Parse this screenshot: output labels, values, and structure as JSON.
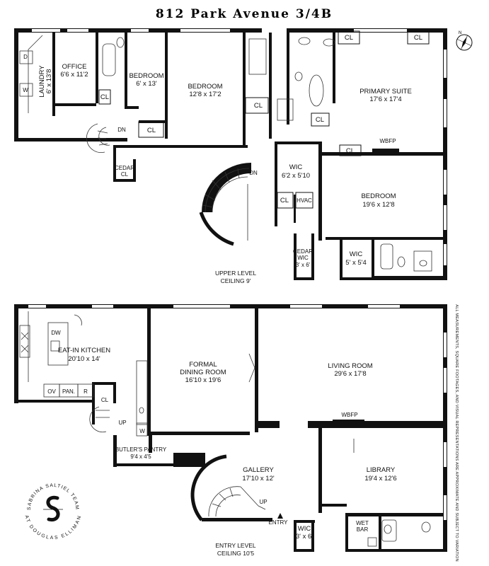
{
  "title": "812 Park Avenue 3/4B",
  "upper_level": {
    "label": "UPPER LEVEL",
    "ceiling": "CEILING 9'",
    "rooms": {
      "laundry": {
        "name": "LAUNDRY",
        "dims": "6' x 13'8"
      },
      "laundry_d": "D",
      "laundry_w": "W",
      "office": {
        "name": "OFFICE",
        "dims": "6'6 x 11'2"
      },
      "bedroom_small": {
        "name": "BEDROOM",
        "dims": "6' x 13'"
      },
      "bedroom_mid": {
        "name": "BEDROOM",
        "dims": "12'8 x 17'2"
      },
      "primary_suite": {
        "name": "PRIMARY SUITE",
        "dims": "17'6 x 17'4"
      },
      "wic_upper": {
        "name": "WIC",
        "dims": "6'2 x 5'10"
      },
      "bedroom_right": {
        "name": "BEDROOM",
        "dims": "19'6 x 12'8"
      },
      "wic_small": {
        "name": "WIC",
        "dims": "5' x 5'4"
      },
      "cedar_wic": {
        "name": "CEDAR",
        "name2": "WIC",
        "dims": "3' x 6'"
      },
      "cedar_cl": {
        "name": "CEDAR",
        "name2": "CL"
      }
    },
    "closets": [
      "CL",
      "CL",
      "CL",
      "CL",
      "CL",
      "CL",
      "CL",
      "CL"
    ],
    "hvac": "HVAC",
    "wbfp": "WBFP",
    "dn_left": "DN",
    "dn_right": "DN"
  },
  "entry_level": {
    "label": "ENTRY LEVEL",
    "ceiling": "CEILING 10'5",
    "rooms": {
      "kitchen": {
        "name": "EAT-IN KITCHEN",
        "dims": "20'10 x 14'"
      },
      "dining": {
        "name": "FORMAL",
        "name2": "DINING ROOM",
        "dims": "16'10 x 19'6"
      },
      "living": {
        "name": "LIVING ROOM",
        "dims": "29'6 x 17'8"
      },
      "butlers": {
        "name": "BUTLER'S PANTRY",
        "dims": "9'4 x 4'5"
      },
      "gallery": {
        "name": "GALLERY",
        "dims": "17'10 x 12'"
      },
      "library": {
        "name": "LIBRARY",
        "dims": "19'4 x 12'6"
      },
      "wic": {
        "name": "WIC",
        "dims": "3' x 6'"
      },
      "wet_bar": {
        "name": "WET",
        "name2": "BAR"
      }
    },
    "appliances": {
      "dw": "DW",
      "ov": "OV",
      "pan": "PAN.",
      "r": "R",
      "w": "W"
    },
    "closet": "CL",
    "up_left": "UP",
    "up_right": "UP",
    "wbfp": "WBFP",
    "entry": "ENTRY"
  },
  "disclaimer": "ALL MEASUREMENTS, SQUARE FOOTAGES, AND VISUAL REPRESENTATIONS ARE APPROXIMATE AND SUBJECT TO VARIATION",
  "brand": {
    "top": "SABRINA SALTIEL TEAM",
    "bottom": "AT DOUGLAS ELLIMAN"
  },
  "icons": [
    "compass-icon",
    "brand-logo-icon"
  ]
}
